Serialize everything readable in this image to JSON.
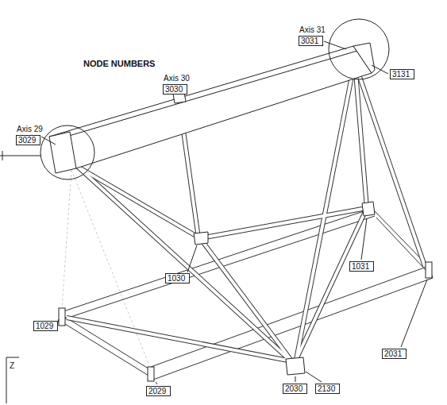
{
  "diagram": {
    "title": "NODE NUMBERS",
    "nodes": [
      {
        "text": [
          "Axis 29",
          "3029"
        ]
      },
      {
        "text": [
          "Axis 30",
          "3030"
        ]
      },
      {
        "text": [
          "Axis 31",
          "3031"
        ]
      },
      {
        "text": [
          "3131"
        ]
      },
      {
        "text": [
          "1030"
        ]
      },
      {
        "text": [
          "1031"
        ]
      },
      {
        "text": [
          "1029"
        ]
      },
      {
        "text": [
          "2029"
        ]
      },
      {
        "text": [
          "2030"
        ]
      },
      {
        "text": [
          "2130"
        ]
      },
      {
        "text": [
          "2031"
        ]
      }
    ],
    "labels": [
      "Z"
    ]
  }
}
